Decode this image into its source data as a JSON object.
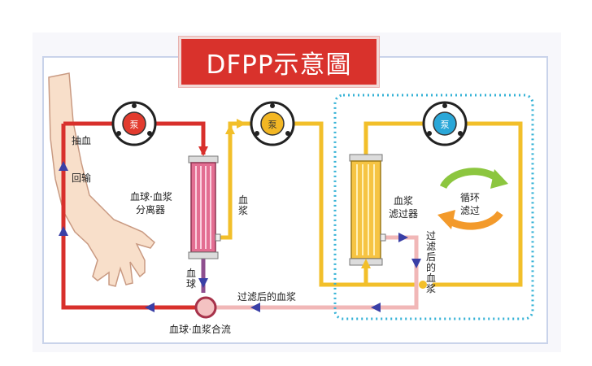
{
  "title": "DFPP示意圖",
  "labels": {
    "draw_blood": "抽血",
    "return_blood": "回输",
    "separator": [
      "血球·血浆",
      "分离器"
    ],
    "plasma_vertical": "血浆",
    "blood_cell_vertical": "血球",
    "filter": [
      "血浆",
      "滤过器"
    ],
    "filtered_plasma_vertical": "过滤后的血浆",
    "filtered_plasma_horizontal": "过滤后的血浆",
    "merge": "血球·血浆合流",
    "cycle": [
      "循环",
      "滤过"
    ]
  },
  "pumps": [
    {
      "label": "泵",
      "color": "#e23b2e"
    },
    {
      "label": "泵",
      "color": "#f3b724"
    },
    {
      "label": "泵",
      "color": "#2aa7d8"
    }
  ],
  "colors": {
    "blood_line": "#d8302c",
    "plasma_line": "#f2bf2a",
    "filtered_line": "#f1b7b7",
    "arrow": "#3a3fa6",
    "dotted_box": "#35b2d6",
    "separator_fill": "#e26a8e",
    "filter_fill": "#f6c443",
    "skin": "#f7dcc5"
  }
}
